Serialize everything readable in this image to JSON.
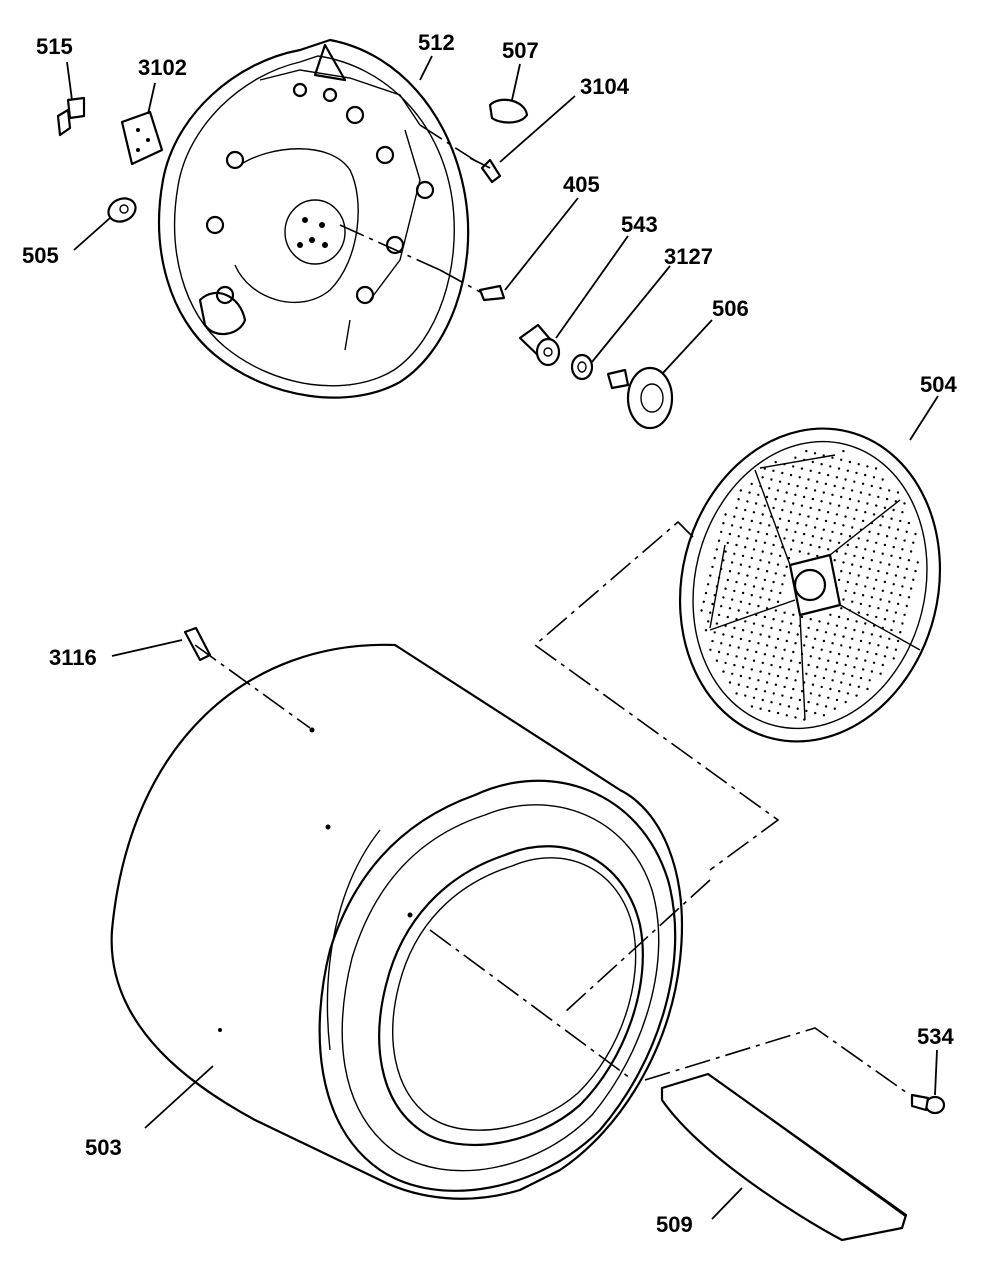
{
  "diagram": {
    "callouts": [
      {
        "id": "515",
        "label": "515"
      },
      {
        "id": "3102",
        "label": "3102"
      },
      {
        "id": "512",
        "label": "512"
      },
      {
        "id": "507",
        "label": "507"
      },
      {
        "id": "3104",
        "label": "3104"
      },
      {
        "id": "505",
        "label": "505"
      },
      {
        "id": "405",
        "label": "405"
      },
      {
        "id": "543",
        "label": "543"
      },
      {
        "id": "3127",
        "label": "3127"
      },
      {
        "id": "506",
        "label": "506"
      },
      {
        "id": "504",
        "label": "504"
      },
      {
        "id": "3116",
        "label": "3116"
      },
      {
        "id": "503",
        "label": "503"
      },
      {
        "id": "534",
        "label": "534"
      },
      {
        "id": "509",
        "label": "509"
      }
    ]
  }
}
